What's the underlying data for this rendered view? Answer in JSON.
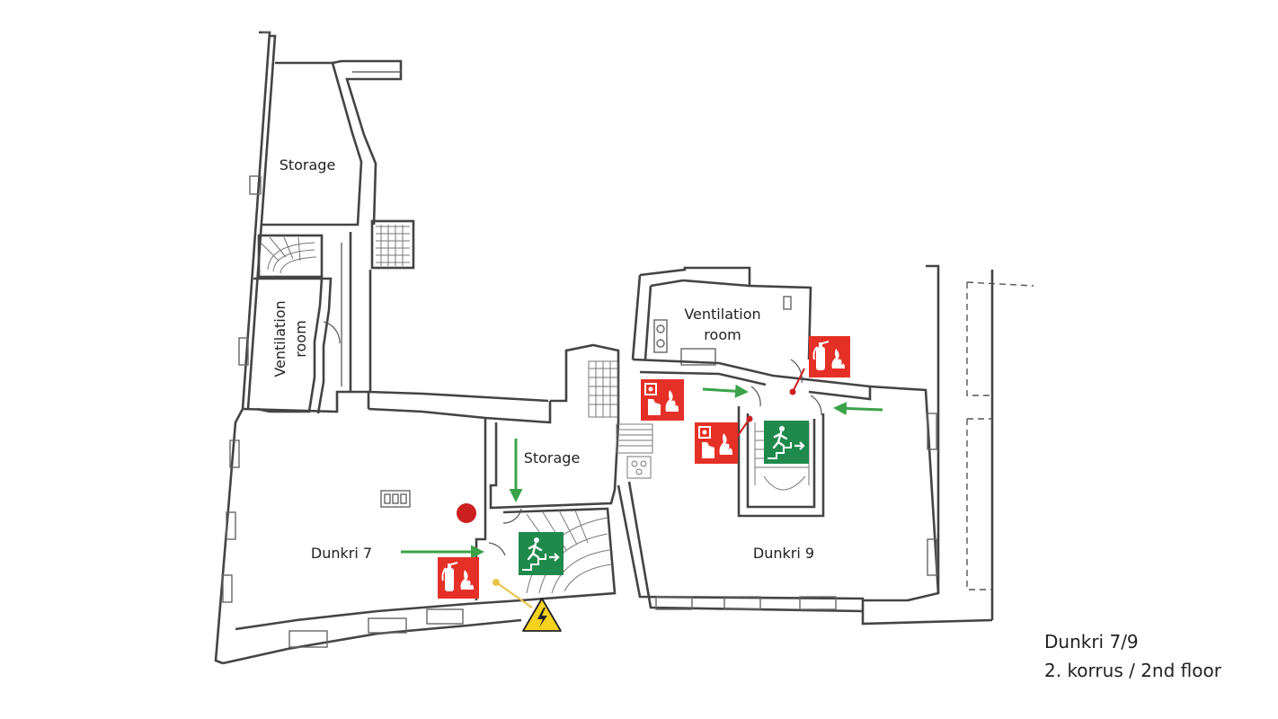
{
  "rooms": {
    "storage_top": "Storage",
    "ventilation_left_line1": "Ventilation",
    "ventilation_left_line2": "room",
    "ventilation_right_line1": "Ventilation",
    "ventilation_right_line2": "room",
    "storage_middle": "Storage",
    "dunkri7": "Dunkri 7",
    "dunkri9": "Dunkri 9"
  },
  "caption": {
    "line1": "Dunkri 7/9",
    "line2": "2. korrus / 2nd floor"
  },
  "signs": {
    "fire_extinguisher": "fire-extinguisher-icon",
    "fire_alarm": "fire-alarm-call-point-icon",
    "emergency_exit": "emergency-exit-stairs-icon",
    "electrical_hazard": "electrical-hazard-icon"
  },
  "colors": {
    "fire_red": "#e53027",
    "exit_green": "#1f8a4c",
    "arrow_green": "#3aa34a",
    "hazard_yellow": "#f5d31d",
    "marker_red": "#cc1f1f",
    "marker_yellow": "#e8c446"
  }
}
